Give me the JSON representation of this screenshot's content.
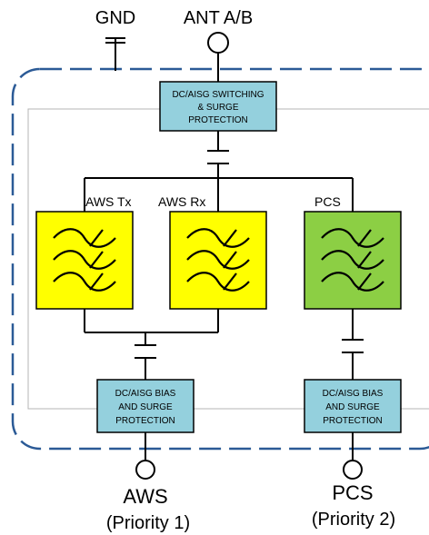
{
  "colors": {
    "enclosure": "#2b5a96",
    "inner_frame": "#b4b4b4",
    "module_fill": "#94d0dd",
    "filter_tx_rx": "#ffff00",
    "filter_pcs": "#8ccf44",
    "line": "#000000"
  },
  "terminals": {
    "gnd": {
      "label": "GND",
      "icon": "ground-icon"
    },
    "antenna": {
      "label": "ANT A/B",
      "icon": "port-circle-icon"
    },
    "aws": {
      "label": "AWS",
      "sublabel": "(Priority 1)",
      "icon": "port-circle-icon"
    },
    "pcs": {
      "label": "PCS",
      "sublabel": "(Priority 2)",
      "icon": "port-circle-icon"
    }
  },
  "modules": {
    "switching": {
      "lines": [
        "DC/AISG SWITCHING",
        "& SURGE",
        "PROTECTION"
      ]
    },
    "bias_aws": {
      "lines": [
        "DC/AISG BIAS",
        "AND SURGE",
        "PROTECTION"
      ]
    },
    "bias_pcs": {
      "lines": [
        "DC/AISG BIAS",
        "AND SURGE",
        "PROTECTION"
      ]
    }
  },
  "filters": {
    "aws_tx": {
      "label": "AWS Tx",
      "icon": "bandpass-filter-icon"
    },
    "aws_rx": {
      "label": "AWS Rx",
      "icon": "bandpass-filter-icon"
    },
    "pcs": {
      "label": "PCS",
      "icon": "bandpass-filter-icon"
    }
  },
  "components": {
    "capacitor": {
      "icon": "capacitor-icon"
    }
  }
}
